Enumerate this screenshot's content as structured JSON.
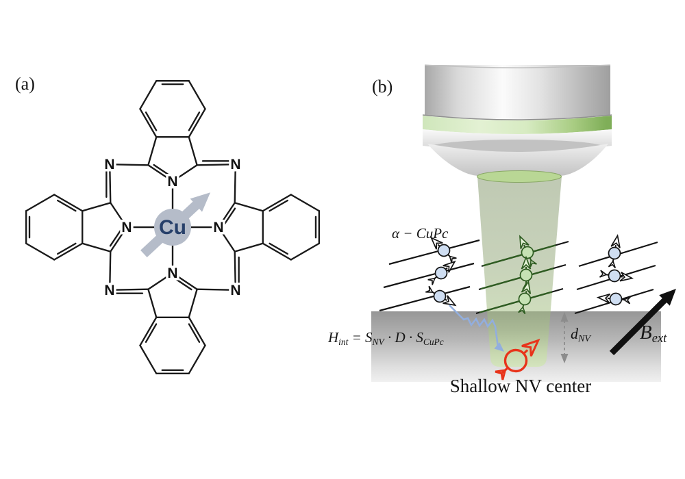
{
  "panels": {
    "a_label": "(a)",
    "b_label": "(b)"
  },
  "molecule": {
    "metal": "Cu",
    "nitrogen": "N"
  },
  "film_label": "α − CuPc",
  "equation": {
    "H": "H",
    "H_sub": "int",
    "eq": " = ",
    "S1": "S",
    "S1_sub": "NV",
    "dot1": " · ",
    "D": "D",
    "dot2": " · ",
    "S2": "S",
    "S2_sub": "CuPc"
  },
  "depth": {
    "symbol": "d",
    "sub": "NV"
  },
  "bfield": {
    "symbol": "B",
    "sub": "ext"
  },
  "caption": "Shallow NV center",
  "colors": {
    "laser_lens": "#b9d795",
    "beam_green": "#8a9e6e",
    "ring_green": "#7fae58",
    "spin_blue_fill": "#cfdef2",
    "spin_green_fill": "#c6e2b4",
    "spin_green_line": "#2e5c21",
    "nv_red": "#e8331a",
    "photon_blue": "#92aede",
    "depth_arrow_gray": "#8c8c8c",
    "substrate_top_gray": "#989898",
    "cu_text_navy": "#27406a",
    "central_spin_gray": "#b5bcc9",
    "bond_black": "#1a1a1a"
  }
}
